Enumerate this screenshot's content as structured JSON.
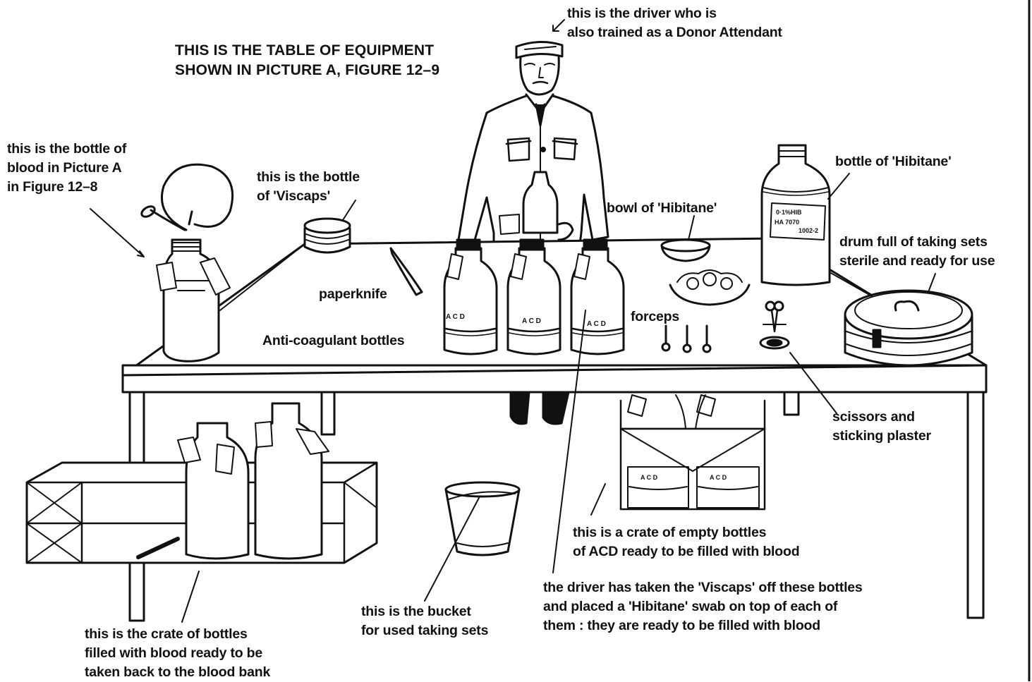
{
  "title": {
    "line1": "THIS IS THE TABLE OF EQUIPMENT",
    "line2": "SHOWN IN PICTURE A, FIGURE 12–9"
  },
  "labels": {
    "driver": [
      "this is the driver who is",
      "also trained as a Donor Attendant"
    ],
    "blood_bottle": [
      "this is the bottle of",
      "blood in Picture A",
      "in Figure 12–8"
    ],
    "viscaps": [
      "this is the bottle",
      "of 'Viscaps'"
    ],
    "bowl_hibitane": "bowl of 'Hibitane'",
    "bottle_hibitane": "bottle of 'Hibitane'",
    "drum": [
      "drum full of taking sets",
      "sterile and ready for use"
    ],
    "paperknife": "paperknife",
    "anticoagulant": "Anti-coagulant bottles",
    "forceps": "forceps",
    "scissors": [
      "scissors and",
      "sticking plaster"
    ],
    "crate_empty": [
      "this is a crate of empty bottles",
      "of ACD ready to be filled with blood"
    ],
    "driver_viscaps": [
      "the driver has taken the 'Viscaps' off these bottles",
      "and placed a 'Hibitane' swab on top of each of",
      "them : they are ready to be filled with blood"
    ],
    "bucket": [
      "this is the bucket",
      "for used taking sets"
    ],
    "crate_filled": [
      "this is the crate of bottles",
      "filled with blood ready to be",
      "taken back to the blood bank"
    ]
  },
  "bottle_marks": {
    "acd": "A C D",
    "hibitane_label": [
      "0·1%HIB",
      "HA 7070",
      "1002-2"
    ]
  }
}
